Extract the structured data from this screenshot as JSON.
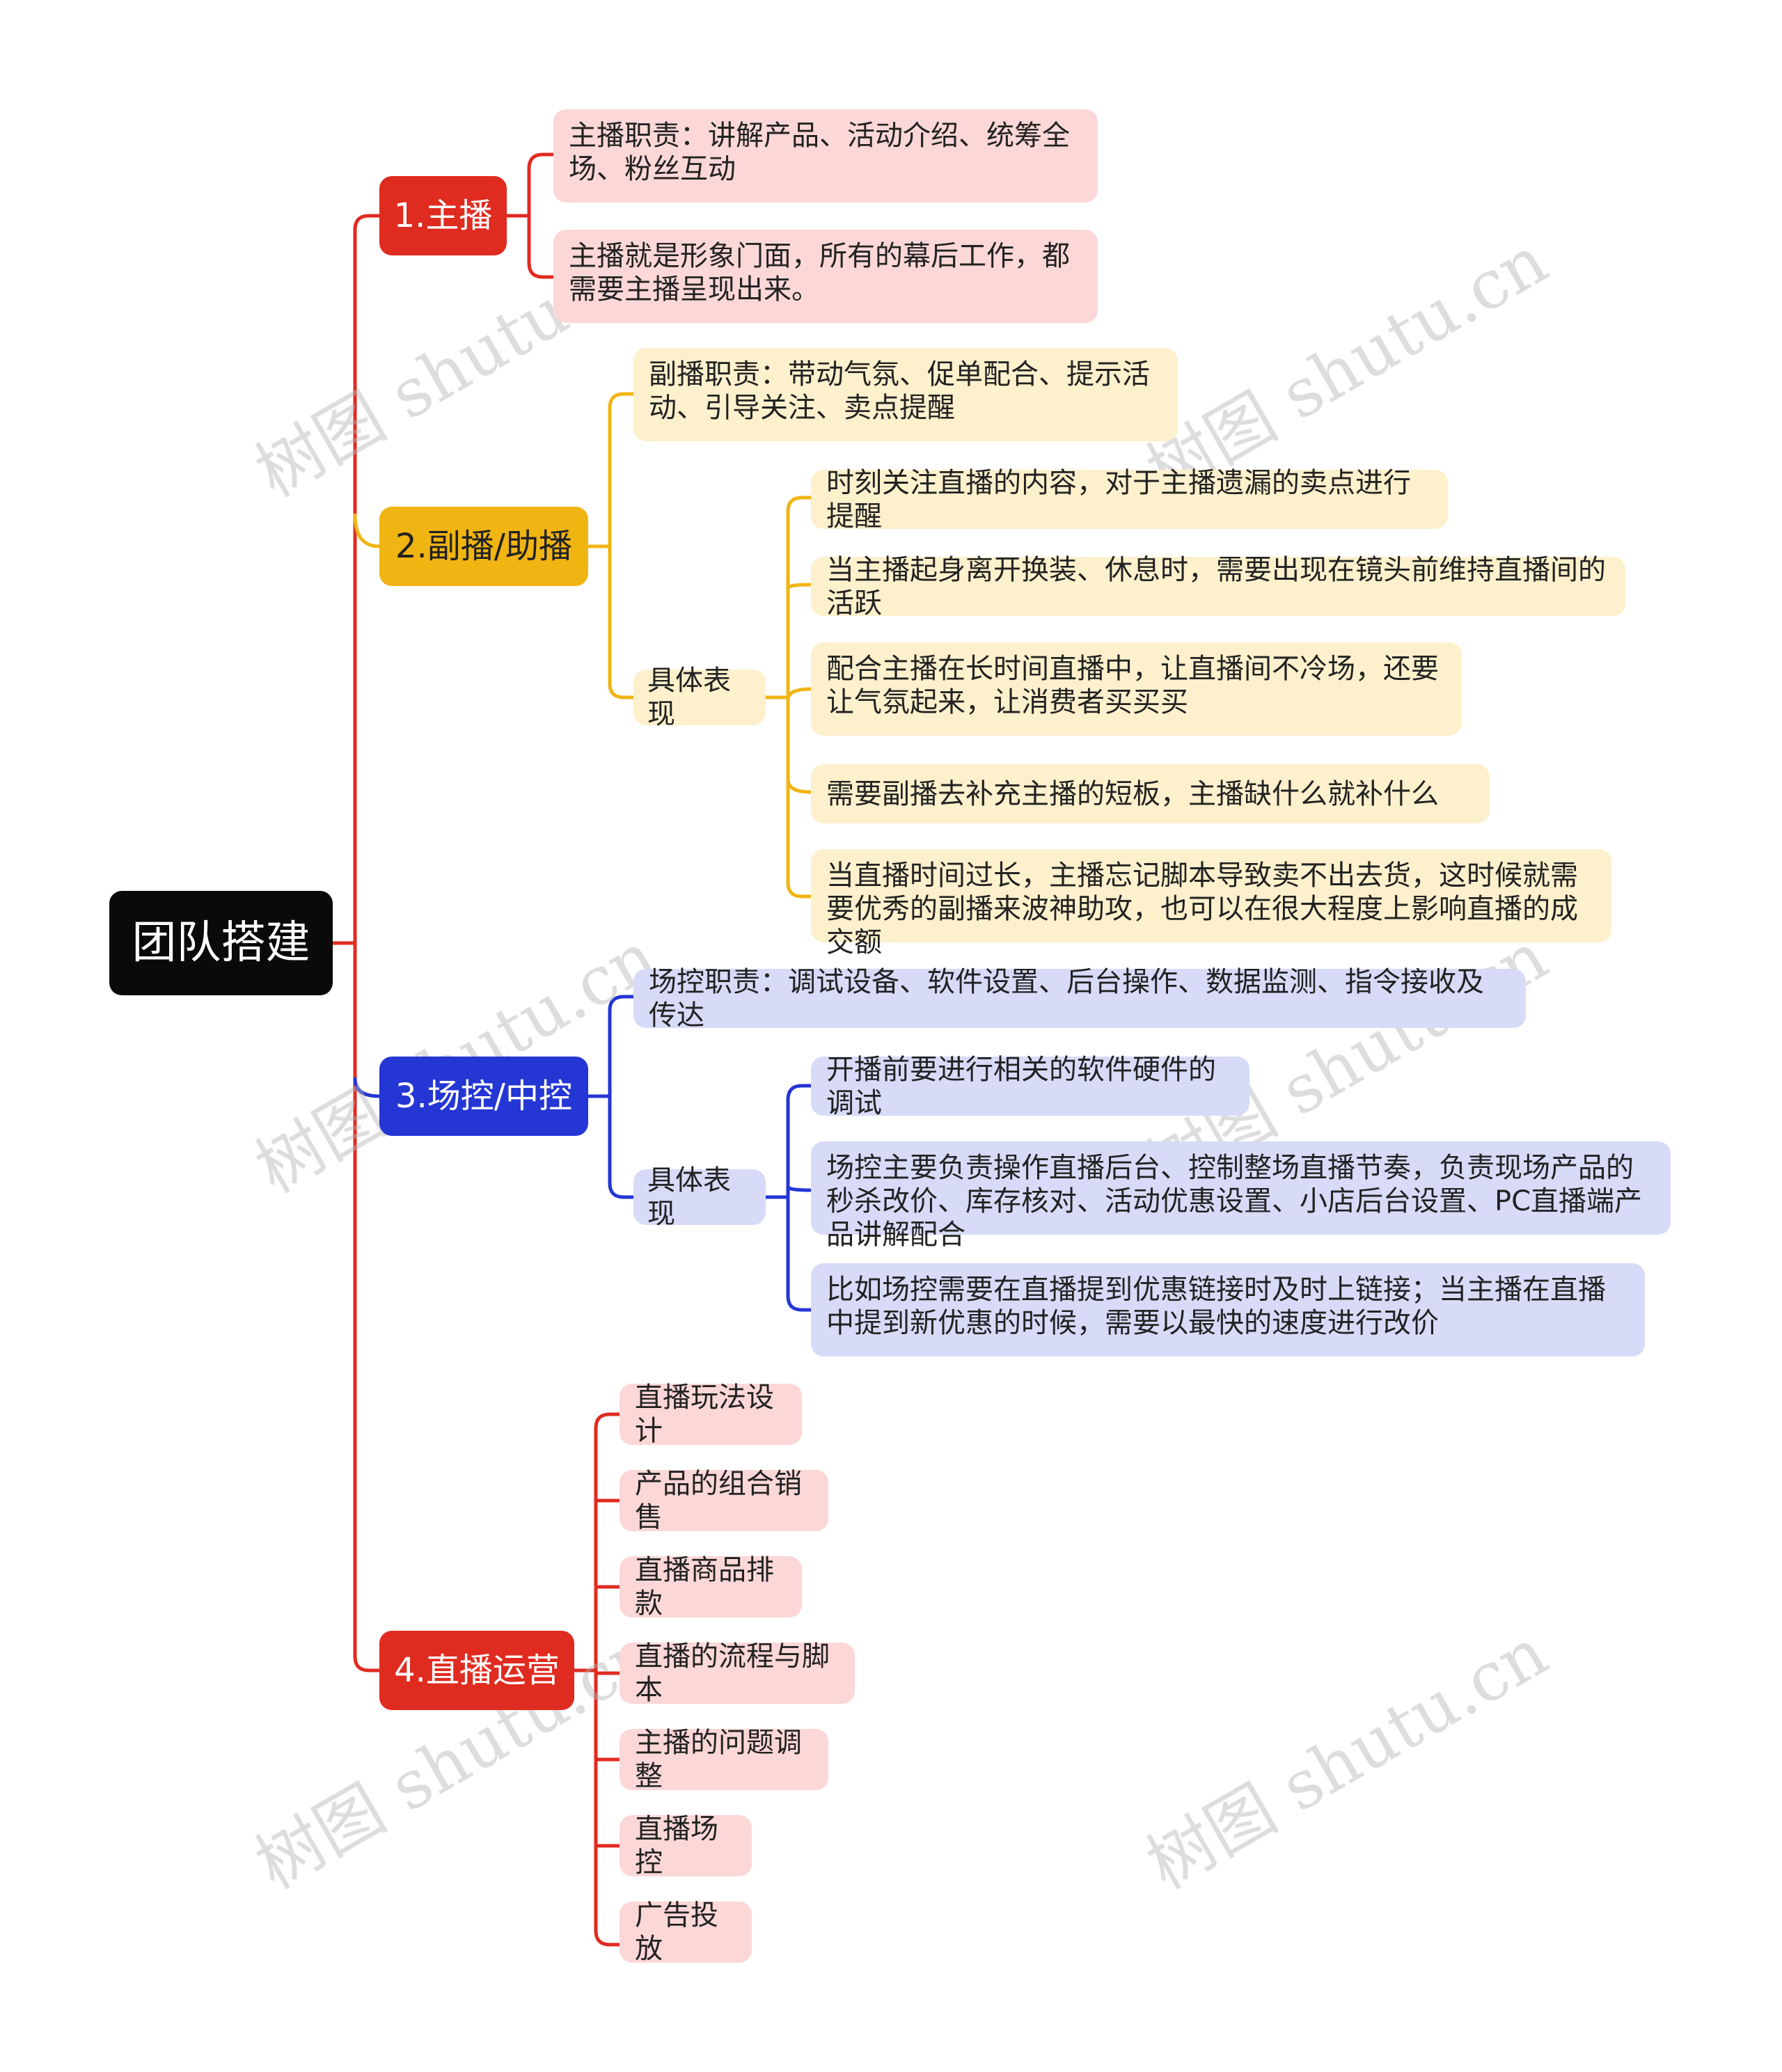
{
  "root": {
    "label": "团队搭建"
  },
  "colors": {
    "red": "#e02b20",
    "yellow": "#f0b413",
    "blue": "#2436d4",
    "pink": "#fcd7d7",
    "cream": "#fdf0cc",
    "lavender": "#d7dbf8"
  },
  "branch1": {
    "label": "1.主播",
    "items": [
      "主播职责：讲解产品、活动介绍、统筹全场、粉丝互动",
      "主播就是形象门面，所有的幕后工作，都需要主播呈现出来。"
    ]
  },
  "branch2": {
    "label": "2.副播/助播",
    "duty": "副播职责：带动气氛、促单配合、提示活动、引导关注、卖点提醒",
    "sub_label": "具体表现",
    "items": [
      "时刻关注直播的内容，对于主播遗漏的卖点进行提醒",
      "当主播起身离开换装、休息时，需要出现在镜头前维持直播间的活跃",
      "配合主播在长时间直播中，让直播间不冷场，还要让气氛起来，让消费者买买买",
      "需要副播去补充主播的短板，主播缺什么就补什么",
      "当直播时间过长，主播忘记脚本导致卖不出去货，这时候就需要优秀的副播来波神助攻，也可以在很大程度上影响直播的成交额"
    ]
  },
  "branch3": {
    "label": "3.场控/中控",
    "duty": "场控职责：调试设备、软件设置、后台操作、数据监测、指令接收及传达",
    "sub_label": "具体表现",
    "items": [
      "开播前要进行相关的软件硬件的调试",
      "场控主要负责操作直播后台、控制整场直播节奏，负责现场产品的秒杀改价、库存核对、活动优惠设置、小店后台设置、PC直播端产品讲解配合",
      "比如场控需要在直播提到优惠链接时及时上链接；当主播在直播中提到新优惠的时候，需要以最快的速度进行改价"
    ]
  },
  "branch4": {
    "label": "4.直播运营",
    "items": [
      "直播玩法设计",
      "产品的组合销售",
      "直播商品排款",
      "直播的流程与脚本",
      "主播的问题调整",
      "直播场控",
      "广告投放"
    ]
  },
  "watermark": "树图 shutu.cn"
}
